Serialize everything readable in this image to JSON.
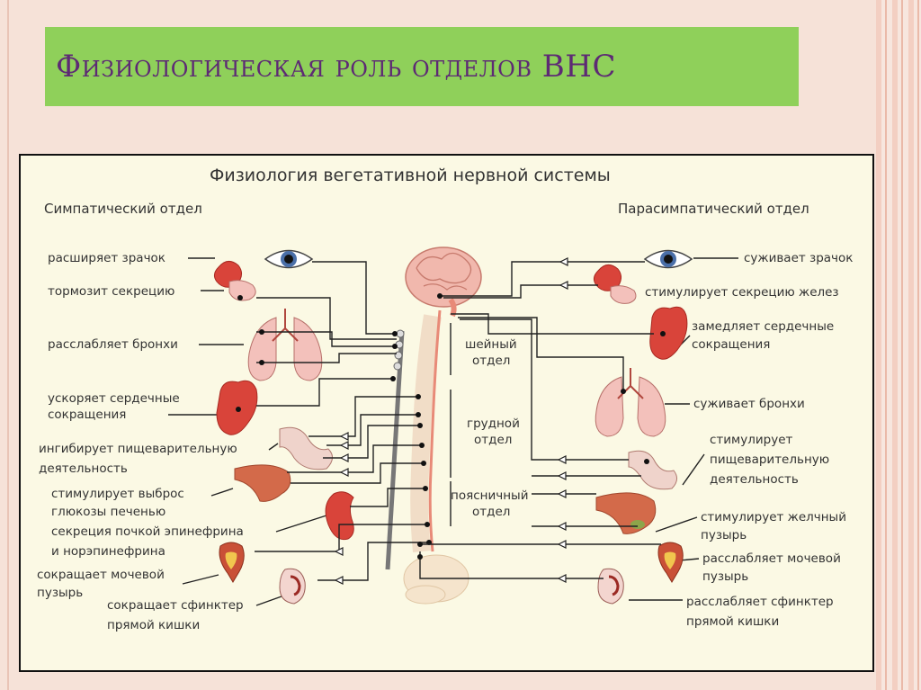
{
  "slide": {
    "title": "Физиологическая роль отделов ВНС"
  },
  "diagram": {
    "title": "Физиология вегетативной нервной системы",
    "sympathetic_header": "Симпатический отдел",
    "parasympathetic_header": "Парасимпатический отдел",
    "spine_sections": [
      [
        "шейный",
        "отдел"
      ],
      [
        "грудной",
        "отдел"
      ],
      [
        "поясничный",
        "отдел"
      ]
    ],
    "sympathetic_effects": [
      [
        "расширяет зрачок"
      ],
      [
        "тормозит секрецию"
      ],
      [
        "расслабляет бронхи"
      ],
      [
        "ускоряет сердечные",
        "сокращения"
      ],
      [
        "ингибирует пищеварительную",
        "деятельность"
      ],
      [
        "стимулирует выброс",
        "глюкозы печенью"
      ],
      [
        "секреция почкой эпинефрина",
        "и норэпинефрина"
      ],
      [
        "сокращает мочевой",
        "пузырь"
      ],
      [
        "сокращает сфинктер",
        "прямой кишки"
      ]
    ],
    "parasympathetic_effects": [
      [
        "суживает зрачок"
      ],
      [
        "стимулирует секрецию желез"
      ],
      [
        "замедляет сердечные",
        "сокращения"
      ],
      [
        "суживает бронхи"
      ],
      [
        "стимулирует",
        "пищеварительную",
        "деятельность"
      ],
      [
        "стимулирует желчный",
        "пузырь"
      ],
      [
        "расслабляет мочевой",
        "пузырь"
      ],
      [
        "расслабляет сфинктер",
        "прямой кишки"
      ]
    ],
    "icons": [
      "eye-icon",
      "salivary-gland-icon",
      "lungs-icon",
      "heart-icon",
      "stomach-icon",
      "liver-icon",
      "kidney-icon",
      "bladder-icon",
      "rectum-icon",
      "brain-icon",
      "spine-icon"
    ],
    "colors": {
      "banner": "#8fd05a",
      "title_text": "#5d2a74",
      "panel": "#fbf9e4",
      "organ_red": "#d9443a"
    }
  }
}
